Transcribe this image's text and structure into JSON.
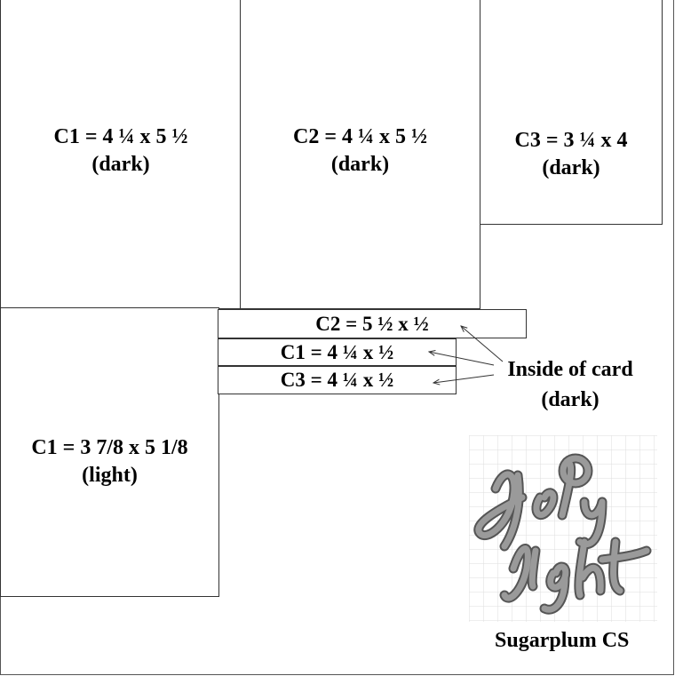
{
  "panels": {
    "c1_top": {
      "line1": "C1 = 4 ¼ x 5 ½",
      "line2": "(dark)"
    },
    "c2_top": {
      "line1": "C2 = 4 ¼ x 5 ½",
      "line2": "(dark)"
    },
    "c3_top": {
      "line1": "C3 = 3 ¼ x 4",
      "line2": "(dark)"
    },
    "c1_light": {
      "line1": "C1 = 3 7/8 x 5 1/8",
      "line2": "(light)"
    }
  },
  "strips": {
    "c2": "C2 = 5 ½ x ½",
    "c1": "C1 = 4 ¼ x ½",
    "c3": "C3 = 4 ¼ x ½"
  },
  "callout": {
    "line1": "Inside of card",
    "line2": "(dark)"
  },
  "stamp": {
    "text_line1": "Holy",
    "text_line2": "Night"
  },
  "footer": {
    "label": "Sugarplum CS"
  },
  "colors": {
    "stroke": "#333333",
    "stamp_fill": "#9a9a9a",
    "grid": "#dddddd"
  }
}
